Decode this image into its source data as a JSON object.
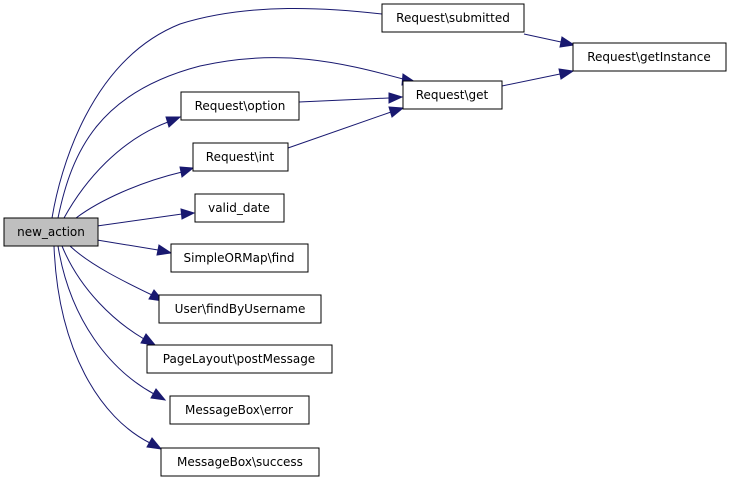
{
  "graph": {
    "colors": {
      "edge": "#191970",
      "node_border": "#000000",
      "root_fill": "#bfbfbf",
      "node_fill": "#ffffff"
    },
    "nodes": {
      "new_action": "new_action",
      "submitted": "Request\\submitted",
      "getinstance": "Request\\getInstance",
      "get": "Request\\get",
      "option": "Request\\option",
      "int": "Request\\int",
      "valid_date": "valid_date",
      "find": "SimpleORMap\\find",
      "findbyusername": "User\\findByUsername",
      "postmessage": "PageLayout\\postMessage",
      "error": "MessageBox\\error",
      "success": "MessageBox\\success"
    }
  }
}
